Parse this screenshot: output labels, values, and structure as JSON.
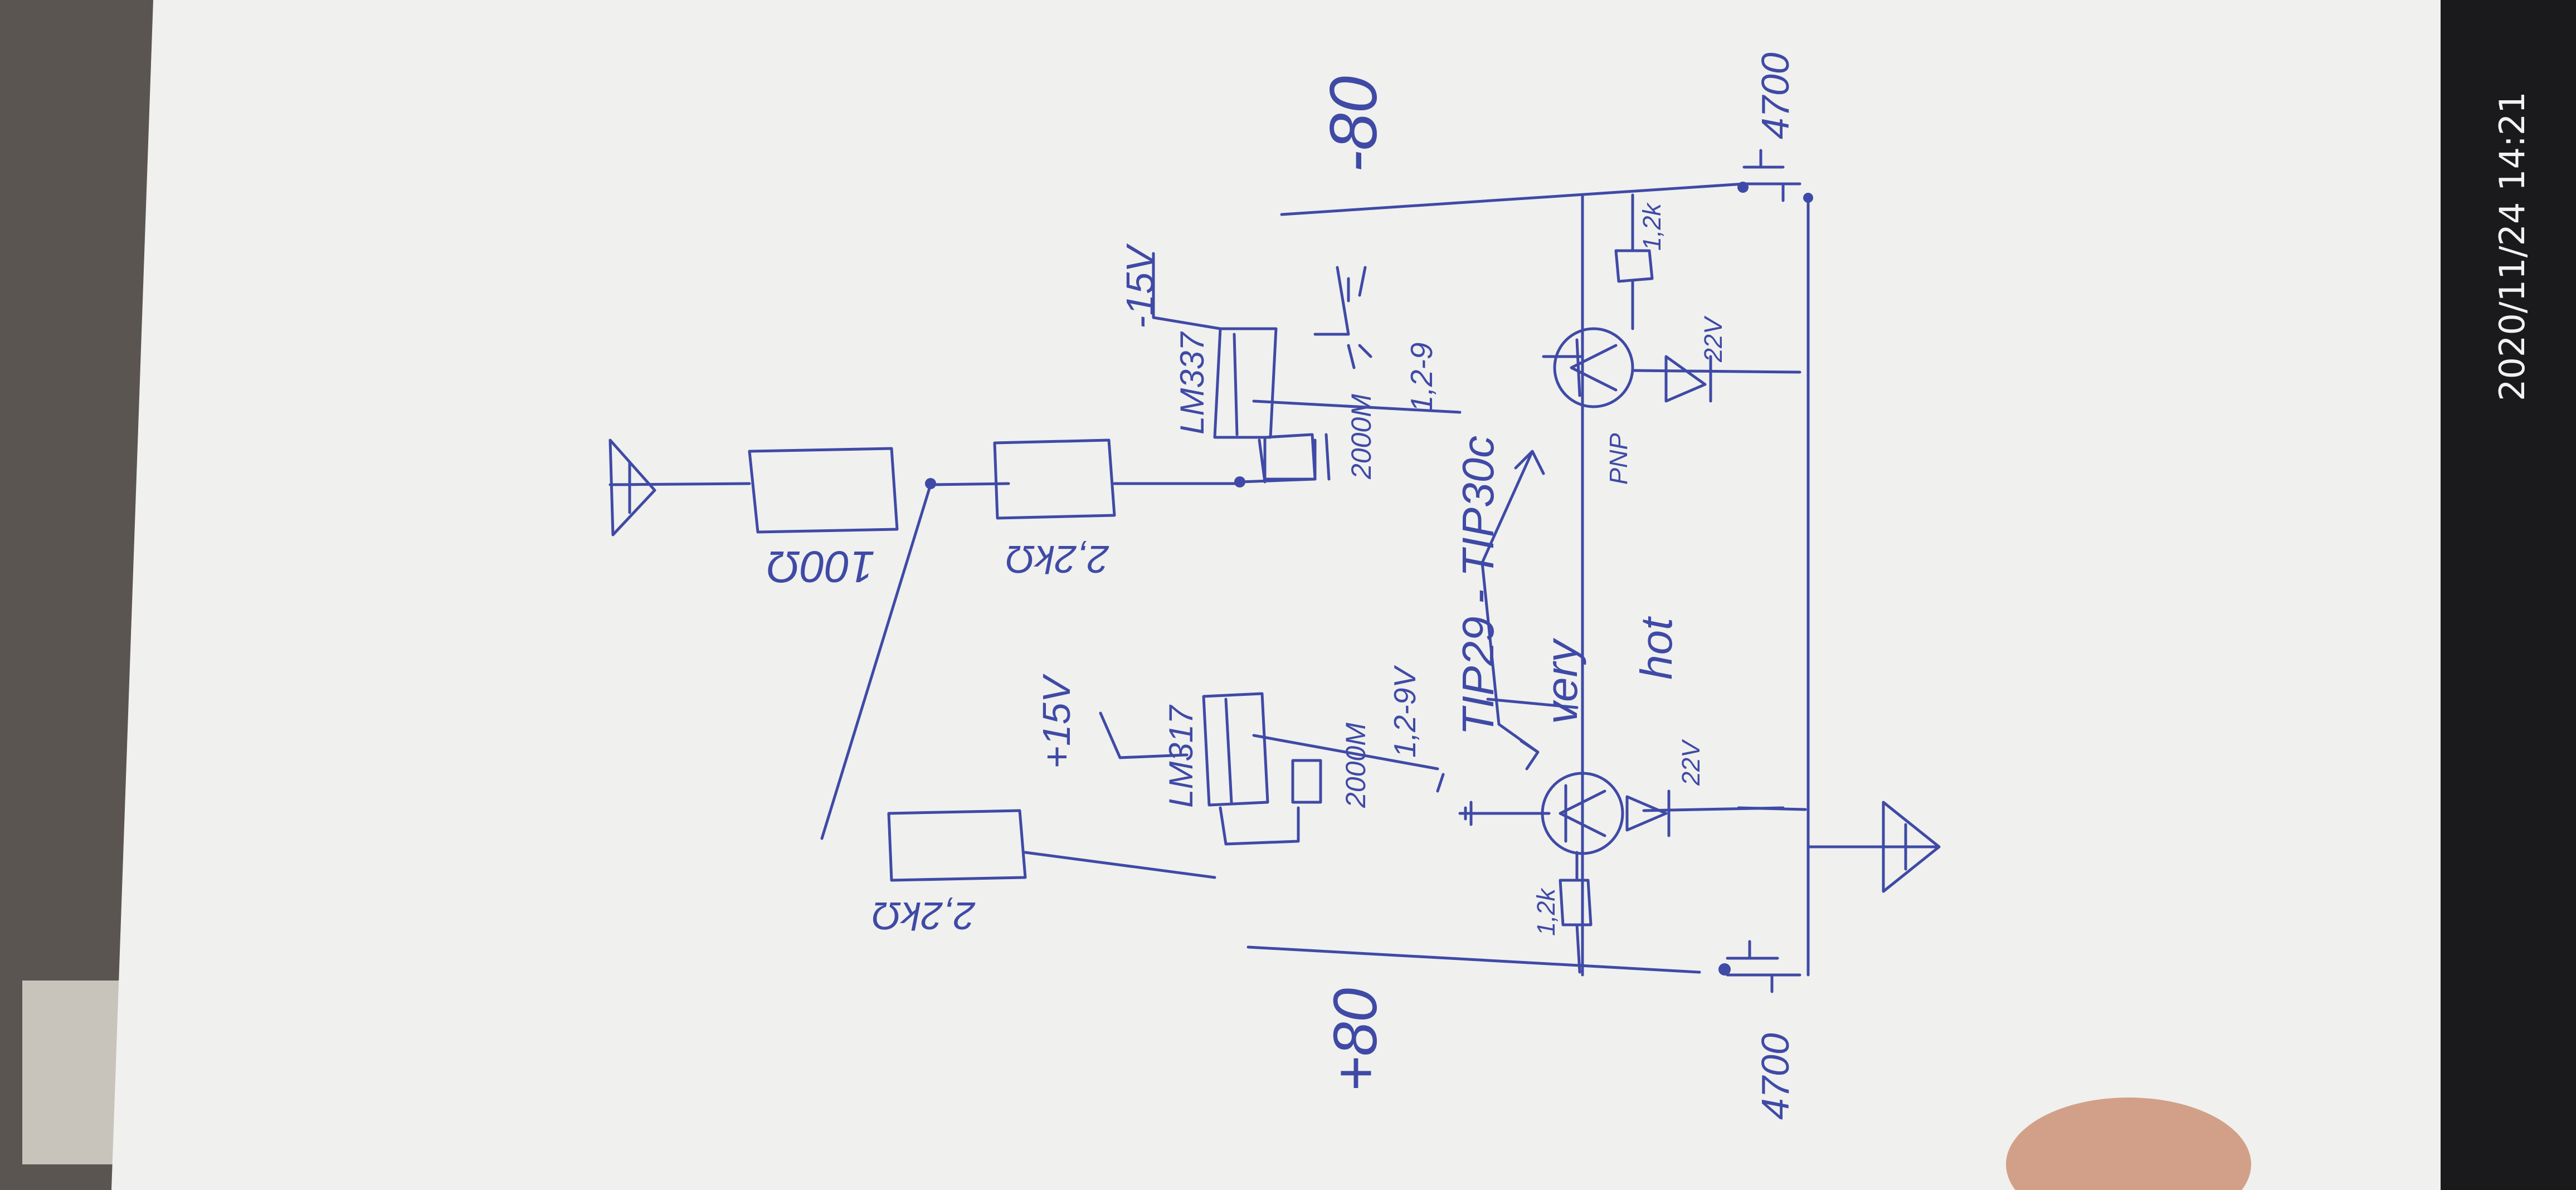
{
  "photo": {
    "timestamp": "2020/11/24 14:21",
    "paper_color": "#f0f0ee",
    "background_color": "#2a2723",
    "ink_color": "#3f4aa6"
  },
  "schematic": {
    "labels": {
      "pos_rail": "+80",
      "neg_rail": "-80",
      "cap_pos": "4700",
      "cap_neg": "4700",
      "pos_supply": "+15V",
      "neg_supply": "-15V",
      "reg_top": "LM337",
      "reg_bottom": "LM317",
      "pot_top": "2000M",
      "pot_bottom": "2000M",
      "res_top_left": "100Ω",
      "res_top_mid": "2,2kΩ",
      "res_bottom": "2,2kΩ",
      "res_top_right": "1,2k",
      "res_bottom_right": "1,2k",
      "vout_top": "1,2-9",
      "vout_bottom": "1,2-9V",
      "zener_top": "22V",
      "zener_bottom": "22V",
      "transistor_top": "PNP",
      "transistor_note": "TIP29 - TIP30c",
      "note_line1": "very",
      "note_line2": "hot"
    }
  }
}
